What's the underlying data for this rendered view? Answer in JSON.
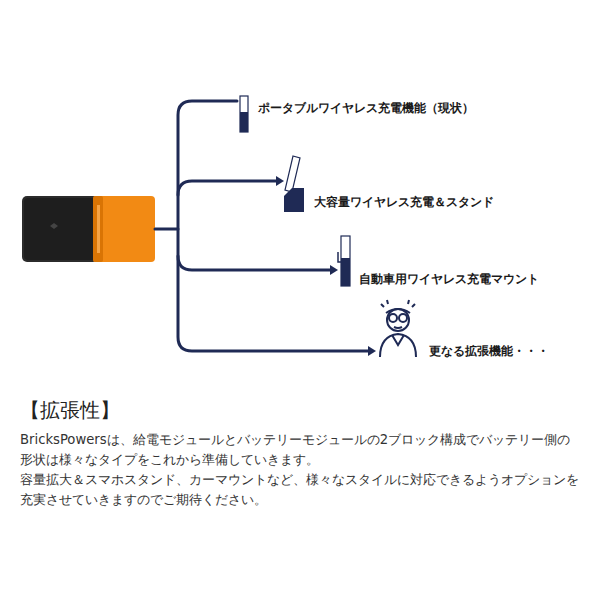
{
  "diagram": {
    "title": "【拡張性】",
    "labels": [
      "ポータブルワイヤレス充電機能（現状）",
      "大容量ワイヤレス充電＆スタンド",
      "自動車用ワイヤレス充電マウント",
      "更なる拡張機能・・・",
      "BricksPowersは、給電モジュールとバッテリーモジュールの2ブロック構成でバッテリー側の形状は様々なタイプをこれから準備していきます。",
      "容量拡大＆スマホスタンド、カーマウントなど、様々なスタイルに対応できるようオプションを充実させていきますのでご期待ください。"
    ]
  }
}
